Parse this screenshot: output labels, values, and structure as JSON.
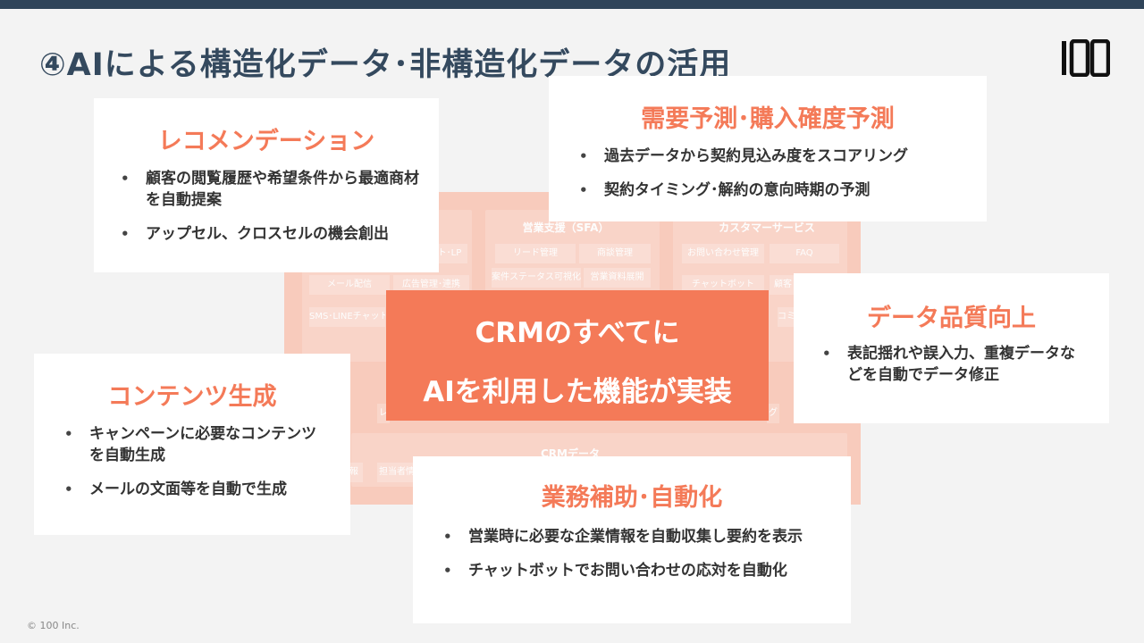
{
  "header": {
    "title": "④AIによる構造化データ･非構造化データの活用",
    "logo_text": "100"
  },
  "footer": {
    "copyright": "© 100 Inc."
  },
  "center": {
    "line1": "CRMのすべてに",
    "line2": "AIを利用した機能が実装"
  },
  "diagram": {
    "sfa_title": "営業支援（SFA）",
    "cs_title": "カスタマーサービス",
    "crm_data_title": "CRMデータ",
    "cells": {
      "lead": "リード管理",
      "deal": "商談管理",
      "case_visual": "案件ステータス可視化",
      "sales_material": "営業資料展開",
      "inquiry": "お問い合わせ管理",
      "faq": "FAQ",
      "chatbot": "チャットボット",
      "customer": "顧客",
      "community": "コミ",
      "lp": "ト･LP",
      "mail": "メール配信",
      "ads": "広告管理･連携",
      "sms": "SMS･LINEチャット",
      "report": "報",
      "owner": "担当者情",
      "re": "レ",
      "gu": "グ"
    }
  },
  "cards": {
    "recommend": {
      "title": "レコメンデーション",
      "items": [
        "顧客の閲覧履歴や希望条件から最適商材を自動提案",
        "アップセル、クロスセルの機会創出"
      ]
    },
    "forecast": {
      "title": "需要予測･購入確度予測",
      "items": [
        "過去データから契約見込み度をスコアリング",
        "契約タイミング･解約の意向時期の予測"
      ]
    },
    "quality": {
      "title": "データ品質向上",
      "items": [
        "表記揺れや誤入力、重複データなどを自動でデータ修正"
      ]
    },
    "content": {
      "title": "コンテンツ生成",
      "items": [
        "キャンペーンに必要なコンテンツを自動生成",
        "メールの文面等を自動で生成"
      ]
    },
    "automation": {
      "title": "業務補助･自動化",
      "items": [
        "営業時に必要な企業情報を自動収集し要約を表示",
        "チャットボットでお問い合わせの応対を自動化"
      ]
    }
  },
  "colors": {
    "accent": "#f47a58",
    "title": "#34495e",
    "topbar": "#2f4459"
  }
}
